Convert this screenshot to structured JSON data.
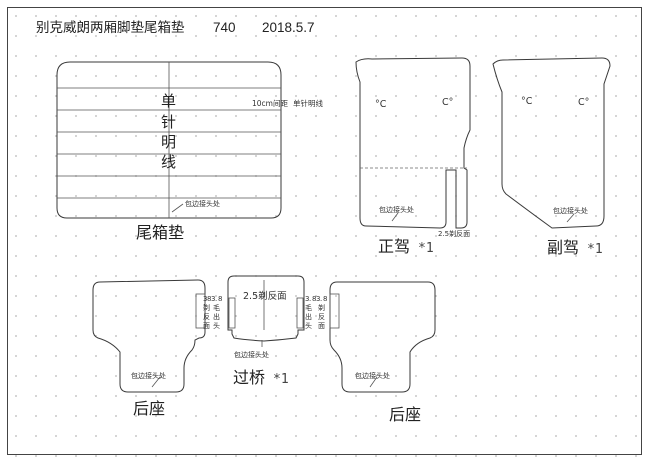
{
  "title": {
    "name": "别克威朗两厢脚垫尾箱垫",
    "code": "740",
    "date": "2018.5.7"
  },
  "trunk_mat": {
    "center_text": [
      "单",
      "针",
      "明",
      "线"
    ],
    "note_spacing": "10cm间距",
    "note_stitch": "单针明线",
    "edge_note": "包边接头处",
    "label": "尾箱垫"
  },
  "driver_mat": {
    "label": "正驾",
    "qty": "*1",
    "edge_note": "包边接头处",
    "cut_note": "2.5剃反面",
    "clip_left": "°C",
    "clip_right": "C°"
  },
  "passenger_mat": {
    "label": "副驾",
    "qty": "*1",
    "edge_note": "包边接头处",
    "clip_left": "°C",
    "clip_right": "C°"
  },
  "rear_left": {
    "label": "后座",
    "edge_note": "包边接头处",
    "side_note_a": [
      "3",
      ".",
      "8",
      "剃",
      "反",
      "面"
    ],
    "side_note_b": [
      "3",
      ".",
      "8",
      "毛",
      "出",
      "头"
    ]
  },
  "bridge": {
    "label": "过桥",
    "qty": "*1",
    "top_note": "2.5剃反面",
    "edge_note": "包边接头处"
  },
  "rear_right": {
    "label": "后座",
    "edge_note": "包边接头处",
    "side_note_a": [
      "3",
      ".",
      "8",
      "毛",
      "出",
      "头"
    ],
    "side_note_b": [
      "3",
      ".",
      "8",
      "剃",
      "反",
      "面"
    ]
  }
}
